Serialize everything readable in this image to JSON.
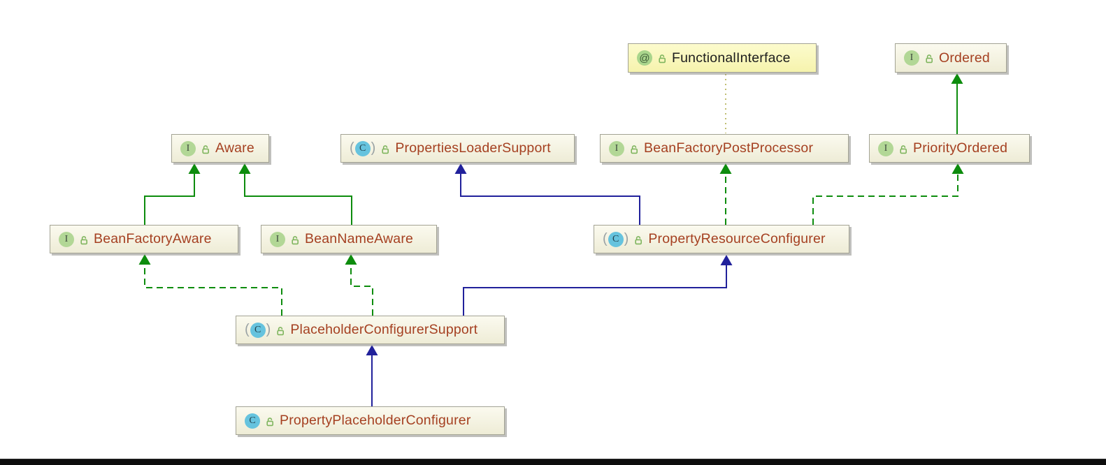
{
  "diagram": {
    "nodes": {
      "functionalInterface": {
        "label": "FunctionalInterface",
        "icon": "@",
        "kind": "annotation"
      },
      "ordered": {
        "label": "Ordered",
        "icon": "I",
        "kind": "interface"
      },
      "aware": {
        "label": "Aware",
        "icon": "I",
        "kind": "interface"
      },
      "propertiesLoaderSupport": {
        "label": "PropertiesLoaderSupport",
        "icon": "C",
        "kind": "abstract-class"
      },
      "beanFactoryPostProcessor": {
        "label": "BeanFactoryPostProcessor",
        "icon": "I",
        "kind": "interface"
      },
      "priorityOrdered": {
        "label": "PriorityOrdered",
        "icon": "I",
        "kind": "interface"
      },
      "beanFactoryAware": {
        "label": "BeanFactoryAware",
        "icon": "I",
        "kind": "interface"
      },
      "beanNameAware": {
        "label": "BeanNameAware",
        "icon": "I",
        "kind": "interface"
      },
      "propertyResourceConfigurer": {
        "label": "PropertyResourceConfigurer",
        "icon": "C",
        "kind": "abstract-class"
      },
      "placeholderConfigurerSupport": {
        "label": "PlaceholderConfigurerSupport",
        "icon": "C",
        "kind": "abstract-class"
      },
      "propertyPlaceholderConfigurer": {
        "label": "PropertyPlaceholderConfigurer",
        "icon": "C",
        "kind": "class"
      }
    },
    "edges": [
      {
        "from": "BeanFactoryAware",
        "to": "Aware",
        "relation": "extends",
        "style": "solid-green"
      },
      {
        "from": "BeanNameAware",
        "to": "Aware",
        "relation": "extends",
        "style": "solid-green"
      },
      {
        "from": "PropertyResourceConfigurer",
        "to": "PropertiesLoaderSupport",
        "relation": "extends",
        "style": "solid-blue"
      },
      {
        "from": "PropertyResourceConfigurer",
        "to": "BeanFactoryPostProcessor",
        "relation": "implements",
        "style": "dashed-green"
      },
      {
        "from": "PropertyResourceConfigurer",
        "to": "PriorityOrdered",
        "relation": "implements",
        "style": "dashed-green"
      },
      {
        "from": "FunctionalInterface",
        "to": "BeanFactoryPostProcessor",
        "relation": "annotated-with",
        "style": "dotted-yellow"
      },
      {
        "from": "PriorityOrdered",
        "to": "Ordered",
        "relation": "extends",
        "style": "solid-green"
      },
      {
        "from": "PlaceholderConfigurerSupport",
        "to": "BeanFactoryAware",
        "relation": "implements",
        "style": "dashed-green"
      },
      {
        "from": "PlaceholderConfigurerSupport",
        "to": "BeanNameAware",
        "relation": "implements",
        "style": "dashed-green"
      },
      {
        "from": "PlaceholderConfigurerSupport",
        "to": "PropertyResourceConfigurer",
        "relation": "extends",
        "style": "solid-blue"
      },
      {
        "from": "PropertyPlaceholderConfigurer",
        "to": "PlaceholderConfigurerSupport",
        "relation": "extends",
        "style": "solid-blue"
      }
    ],
    "colors": {
      "extends_green": "#0d8c0d",
      "extends_blue": "#21219b",
      "annotation_yellow": "#b9b763",
      "node_background": "#f6f4e0",
      "annotation_node_background": "#fbf9c2",
      "class_name_red": "#a54021",
      "annotation_name_black": "#1d1d1d",
      "interface_icon_green": "#b2d796",
      "class_icon_blue": "#66c3de"
    }
  }
}
